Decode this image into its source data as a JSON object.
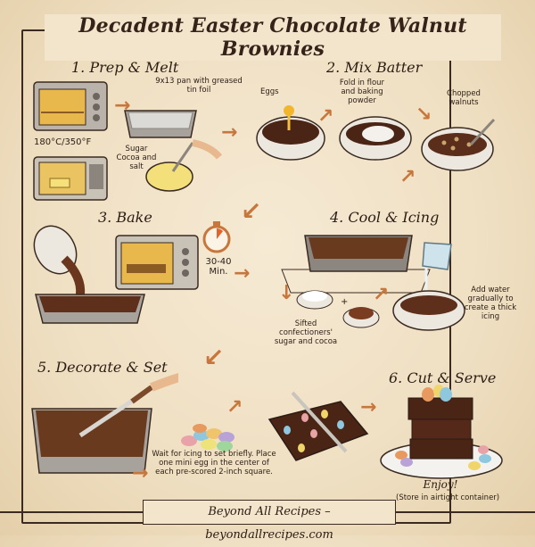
{
  "title": "Decadent Easter Chocolate Walnut Brownies",
  "steps": [
    {
      "number": "1",
      "heading": "1. Prep & Melt",
      "notes": {
        "pan": "9x13 pan with greased tin foil",
        "oven_temp": "180°C/350°F",
        "dry": "Sugar Cocoa and salt"
      },
      "icons": [
        "oven-icon",
        "baking-pan-icon",
        "microwave-icon",
        "whisk-bowl-icon"
      ]
    },
    {
      "number": "2",
      "heading": "2. Mix Batter",
      "notes": {
        "eggs": "Eggs",
        "flour": "Fold in flour and baking powder",
        "walnuts": "Chopped walnuts"
      },
      "icons": [
        "egg-bowl-icon",
        "flour-bowl-icon",
        "walnut-bowl-icon"
      ]
    },
    {
      "number": "3",
      "heading": "3. Bake",
      "notes": {
        "time": "30-40 Min."
      },
      "icons": [
        "pour-batter-icon",
        "oven-icon",
        "stopwatch-icon"
      ]
    },
    {
      "number": "4",
      "heading": "4. Cool & Icing",
      "notes": {
        "sugar": "Sifted confectioners' sugar and cocoa",
        "water": "Add water gradually to create a thick icing",
        "plus": "+"
      },
      "icons": [
        "cooling-rack-icon",
        "sugar-bowl-icon",
        "cocoa-bowl-icon",
        "icing-bowl-icon"
      ]
    },
    {
      "number": "5",
      "heading": "5. Decorate & Set",
      "notes": {
        "eggs": "Wait for icing to set briefly. Place one mini egg in the center of each pre-scored 2-inch square."
      },
      "icons": [
        "spread-icing-icon",
        "mini-eggs-icon"
      ]
    },
    {
      "number": "6",
      "heading": "6. Cut & Serve",
      "notes": {
        "enjoy": "Enjoy!",
        "storage": "(Store in airtight container)"
      },
      "icons": [
        "cut-brownies-icon",
        "brownie-stack-icon"
      ]
    }
  ],
  "footer": "Beyond All Recipes – beyondallrecipes.com",
  "colors": {
    "background": "#f0e2c6",
    "ink": "#2a1c14",
    "arrow": "#c7773c",
    "chocolate": "#5a2e1a"
  }
}
